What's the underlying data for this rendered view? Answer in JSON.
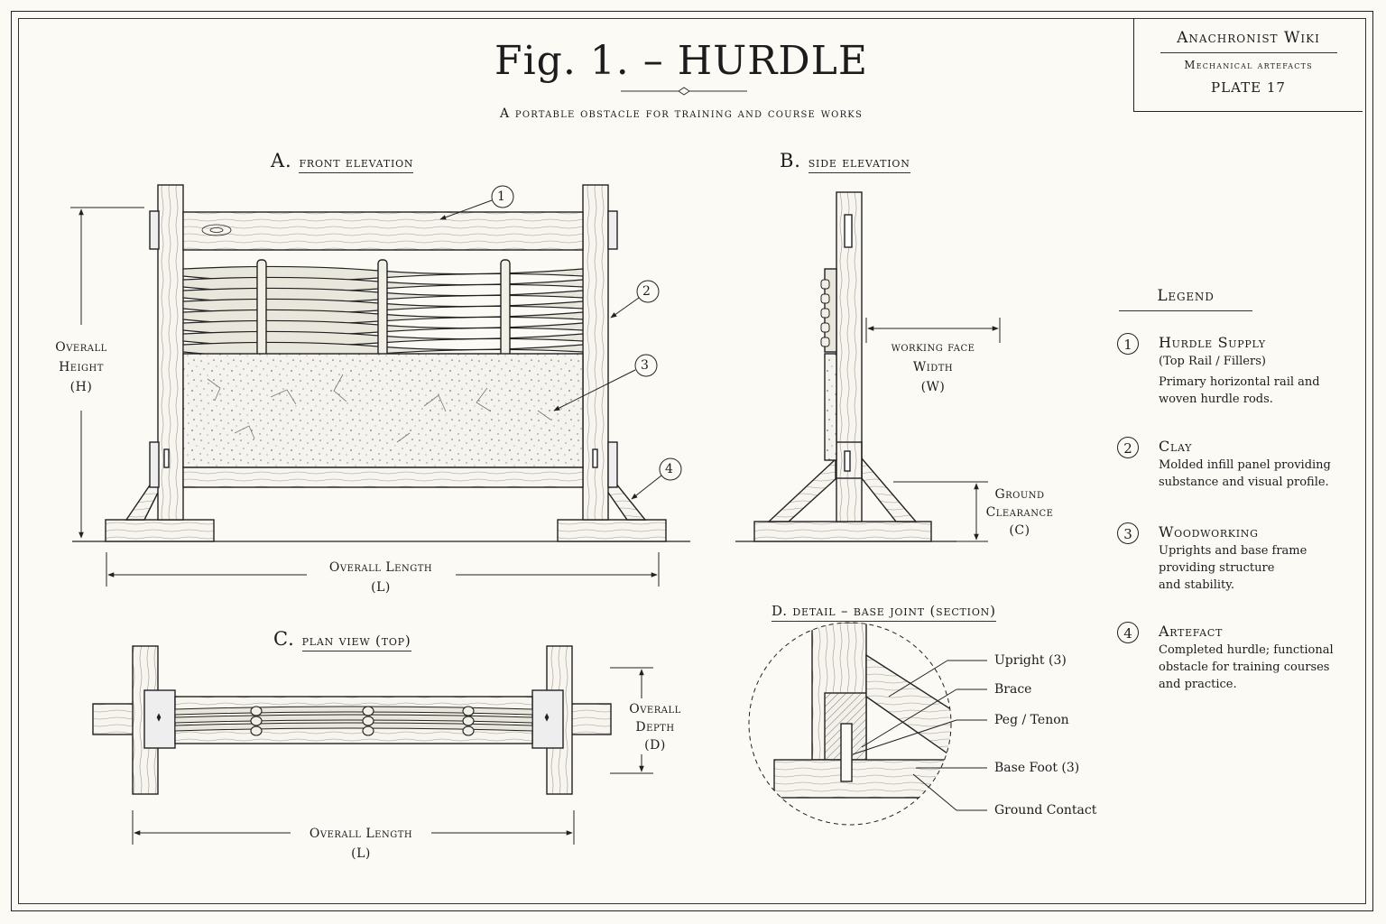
{
  "title": "Fig. 1. – HURDLE",
  "subtitle": "A portable obstacle for training and course works",
  "plate": {
    "wiki": "Anachronist Wiki",
    "category": "Mechanical artefacts",
    "plate": "PLATE 17"
  },
  "sections": {
    "front": {
      "letter": "A.",
      "label": "front elevation"
    },
    "side": {
      "letter": "B.",
      "label": "side elevation"
    },
    "plan": {
      "letter": "C.",
      "label": "plan view (top)"
    },
    "detail": {
      "label": "D. detail – base joint (section)"
    }
  },
  "dimensions": {
    "height": [
      "Overall",
      "Height",
      "(H)"
    ],
    "length_front": [
      "Overall Length",
      "(L)"
    ],
    "width": [
      "working face",
      "Width",
      "(W)"
    ],
    "clearance": [
      "Ground",
      "Clearance",
      "(C)"
    ],
    "depth": [
      "Overall",
      "Depth",
      "(D)"
    ],
    "length_plan": [
      "Overall Length",
      "(L)"
    ]
  },
  "callouts": [
    "1",
    "2",
    "3",
    "4"
  ],
  "detail_labels": [
    "Upright (3)",
    "Brace",
    "Peg / Tenon",
    "Base Foot (3)",
    "Ground Contact"
  ],
  "legend": {
    "title": "Legend",
    "items": [
      {
        "num": "1",
        "name": "Hurdle Supply",
        "sub": "(Top Rail / Fillers)",
        "desc": [
          "Primary horizontal rail and",
          "woven hurdle rods."
        ]
      },
      {
        "num": "2",
        "name": "Clay",
        "sub": "",
        "desc": [
          "Molded infill panel providing",
          "substance and visual profile."
        ]
      },
      {
        "num": "3",
        "name": "Woodworking",
        "sub": "",
        "desc": [
          "Uprights and base frame",
          "providing structure",
          "and stability."
        ]
      },
      {
        "num": "4",
        "name": "Artefact",
        "sub": "",
        "desc": [
          "Completed hurdle; functional",
          "obstacle for training courses",
          "and practice."
        ]
      }
    ]
  }
}
